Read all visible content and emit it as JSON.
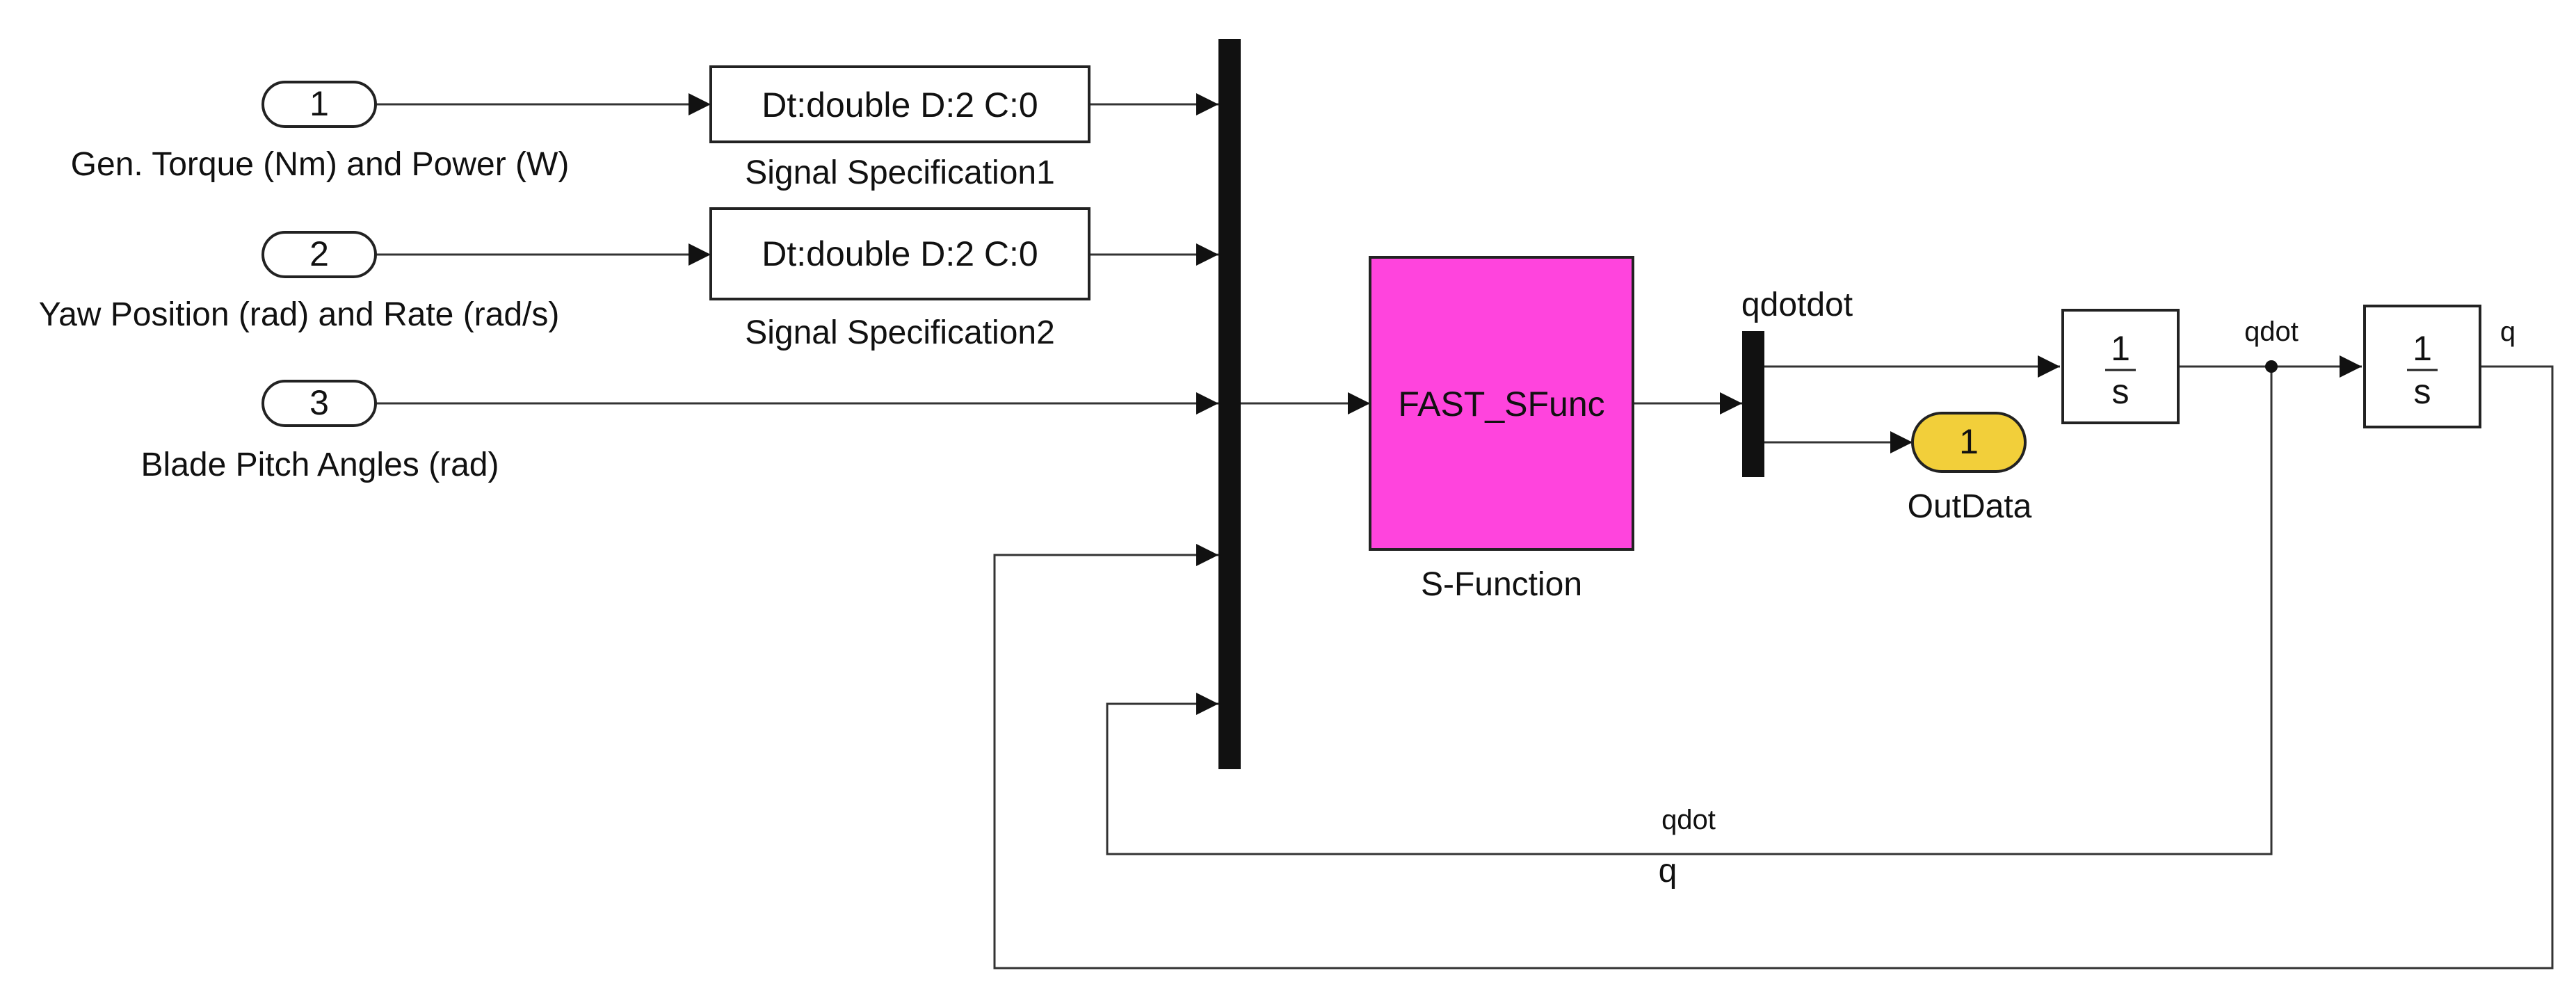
{
  "inports": [
    {
      "number": "1",
      "label": "Gen. Torque (Nm) and Power (W)"
    },
    {
      "number": "2",
      "label": "Yaw Position (rad) and Rate (rad/s)"
    },
    {
      "number": "3",
      "label": "Blade Pitch Angles (rad)"
    }
  ],
  "signal_specs": [
    {
      "text": "Dt:double D:2 C:0",
      "label": "Signal Specification1"
    },
    {
      "text": "Dt:double D:2 C:0",
      "label": "Signal Specification2"
    }
  ],
  "sfunction": {
    "text": "FAST_SFunc",
    "label": "S-Function",
    "color": "#ff44dd"
  },
  "demux_label": "qdotdot",
  "outport": {
    "number": "1",
    "label": "OutData",
    "color": "#f2cf3a"
  },
  "integrators": [
    {
      "numerator": "1",
      "denominator": "s",
      "output_label": "qdot"
    },
    {
      "numerator": "1",
      "denominator": "s",
      "output_label": "q"
    }
  ],
  "feedback_labels": {
    "qdot": "qdot",
    "q": "q"
  }
}
